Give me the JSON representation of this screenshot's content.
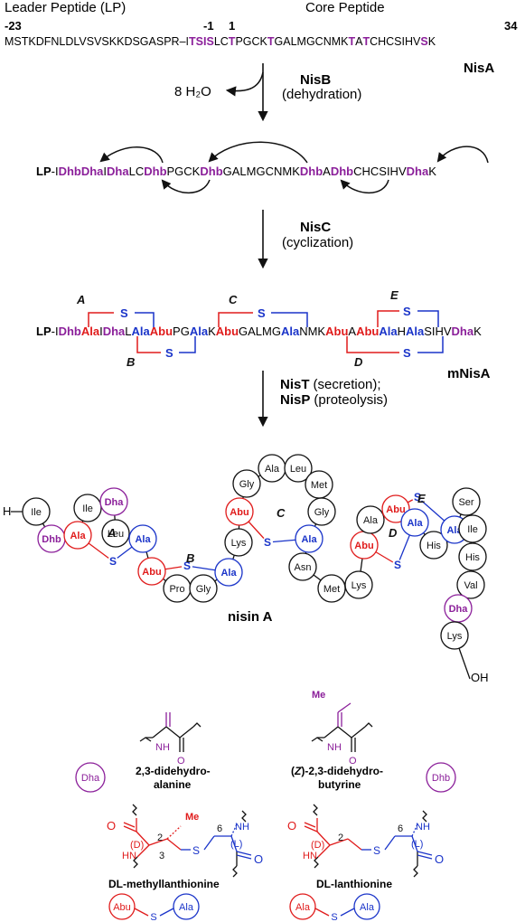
{
  "header": {
    "leader_label": "Leader Peptide (LP)",
    "core_label": "Core Peptide",
    "pos_start": "-23",
    "pos_minus1": "-1",
    "pos_1": "1",
    "pos_34": "34",
    "nisA_seq_leader": "MSTKDFNLDLVSVSKKDSGASPR–",
    "nisA_seq_core": "ITSISLCTPGCKTGALMGCNMKTATCHCSIHVSK",
    "nisA_label": "NisA"
  },
  "steps": {
    "nisB": "NisB",
    "nisB_desc": "(dehydration)",
    "water": "8 H₂O",
    "nisC": "NisC",
    "nisC_desc": "(cyclization)",
    "nisT": "NisT",
    "nisT_desc": "(secretion);",
    "nisP": "NisP",
    "nisP_desc": "(proteolysis)"
  },
  "dehydrated_seq": "LP-IDhbDhaIDhaLCDhbPGCKDhbGALMGCNMKDhbADhbCHCSIHVDhaK",
  "mNisA": {
    "label": "mNisA",
    "seq": "LP-IDhbAlaIDhaLAlaAbuPGAlaKAbuGALMGAlaNMKAbuAAbuAlaHAlaSIHVDhaK",
    "rings": [
      "A",
      "B",
      "C",
      "D",
      "E"
    ],
    "bridge": "S"
  },
  "nisin": {
    "label": "nisin A",
    "n_term": "H",
    "c_term": "OH",
    "residues": [
      "Ile",
      "Dhb",
      "Ala",
      "Ile",
      "Dha",
      "Leu",
      "Ala",
      "Abu",
      "Pro",
      "Gly",
      "Ala",
      "Lys",
      "Abu",
      "Gly",
      "Ala",
      "Leu",
      "Met",
      "Gly",
      "Ala",
      "Asn",
      "Met",
      "Lys",
      "Abu",
      "Ala",
      "Abu",
      "Ala",
      "His",
      "Ala",
      "Ser",
      "Ile",
      "His",
      "Val",
      "Dha",
      "Lys"
    ],
    "rings": [
      "A",
      "B",
      "C",
      "D",
      "E"
    ]
  },
  "legend": {
    "dha_name": "2,3-didehydro-alanine",
    "dha_abbr": "Dha",
    "dhb_name": "(Z)-2,3-didehydro-butyrine",
    "dhb_abbr": "Dhb",
    "melan_name": "DL-methyllanthionine",
    "lan_name": "DL-lanthionine",
    "me": "Me",
    "nh": "NH",
    "hn": "HN",
    "o": "O",
    "s": "S",
    "d": "(D)",
    "l": "(L)",
    "n2": "2",
    "n3": "3",
    "n6": "6",
    "abu": "Abu",
    "ala": "Ala"
  },
  "colors": {
    "purple": "#8b1f9a",
    "red": "#e01b1b",
    "blue": "#1a34c9",
    "black": "#111111"
  }
}
